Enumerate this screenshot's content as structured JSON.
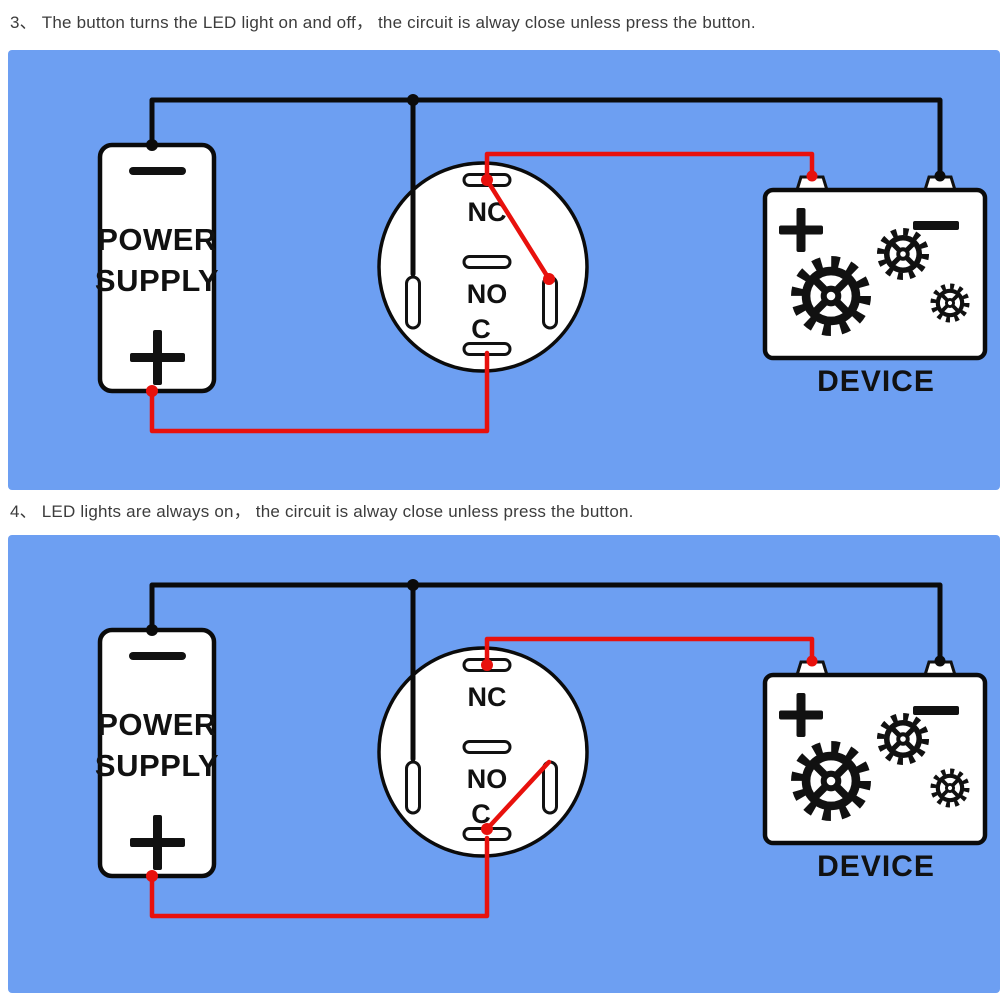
{
  "captions": {
    "item3": "3、 The button turns the LED light on and off， the circuit is alway close unless press the button.",
    "item4": "4、 LED lights are always on， the circuit is alway close unless press the button."
  },
  "labels": {
    "power": [
      "POWER",
      "SUPPLY"
    ],
    "nc": "NC",
    "no": "NO",
    "c": "C",
    "device": "DEVICE"
  },
  "colors": {
    "panel_background": "#6D9FF2",
    "wire_black": "#0B0B0B",
    "wire_red": "#E8110D",
    "component_fill": "#FFFFFF"
  }
}
